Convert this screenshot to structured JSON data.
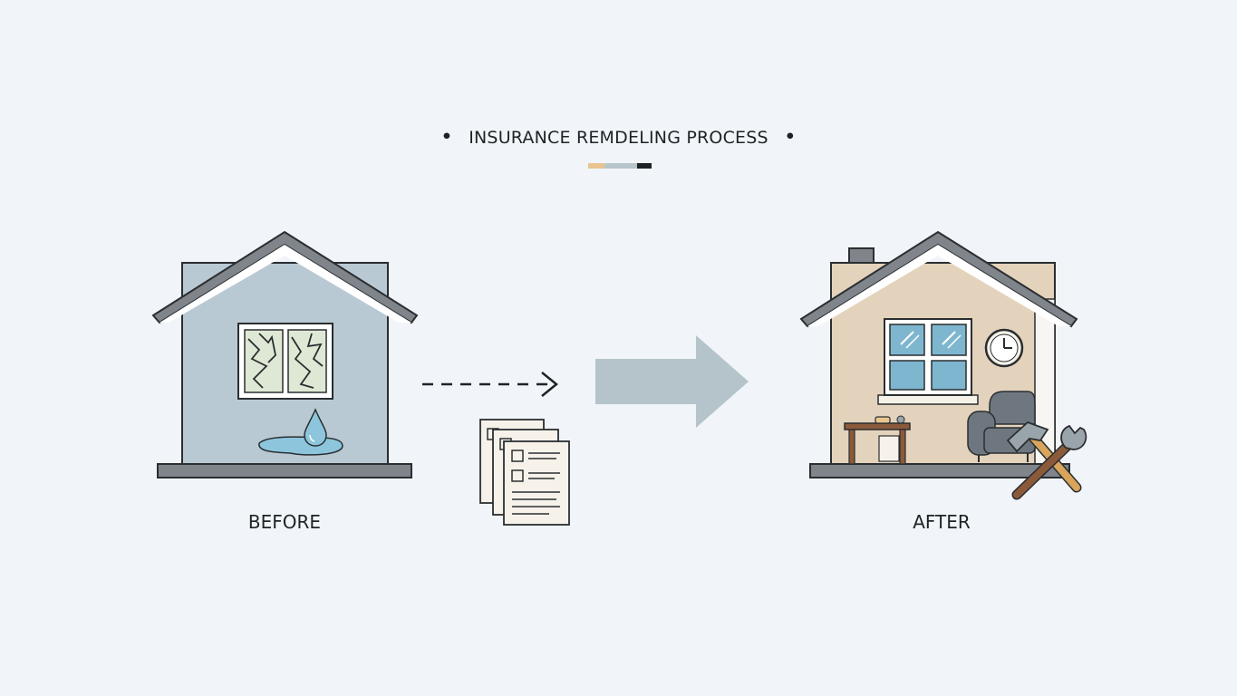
{
  "title": "INSURANCE REMDELING PROCESS",
  "labels": {
    "before": "BEFORE",
    "after": "AFTER"
  },
  "colors": {
    "background": "#f1f5f9",
    "before_wall": "#b9c9d3",
    "after_wall": "#e4d3bc",
    "roof": "#7f858b",
    "water": "#8dc6dc",
    "window_glass_after": "#7fb6cf",
    "arrow": "#b4c4ca",
    "accent_1": "#e8c48e",
    "accent_2": "#b8c6cc",
    "accent_3": "#1f2326"
  },
  "icons": {
    "before_house": "damaged-house-icon",
    "documents": "insurance-documents-icon",
    "after_house": "renovated-house-icon",
    "tools": "hammer-wrench-icon"
  }
}
